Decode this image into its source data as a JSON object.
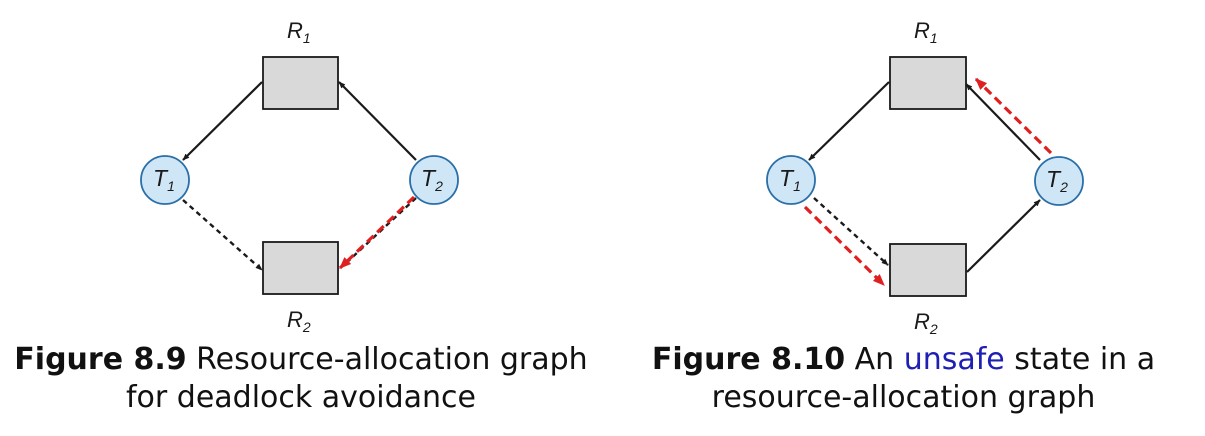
{
  "colors": {
    "box_fill": "#d9d9d9",
    "node_fill": "#cfe6f6",
    "node_stroke": "#2a6fa8",
    "edge": "#1a1a1a",
    "highlight_edge": "#e02020",
    "caption_highlight": "#1f1fb4"
  },
  "figures": [
    {
      "labels": {
        "r1": "R",
        "r1_sub": "1",
        "r2": "R",
        "r2_sub": "2",
        "t1": "T",
        "t1_sub": "1",
        "t2": "T",
        "t2_sub": "2"
      },
      "caption": {
        "number": "Figure 8.9",
        "line1_rest": " Resource-allocation graph",
        "line2": "for deadlock avoidance"
      }
    },
    {
      "labels": {
        "r1": "R",
        "r1_sub": "1",
        "r2": "R",
        "r2_sub": "2",
        "t1": "T",
        "t1_sub": "1",
        "t2": "T",
        "t2_sub": "2"
      },
      "caption": {
        "number": "Figure 8.10",
        "line1_pre": " An ",
        "line1_highlight": "unsafe",
        "line1_post": " state in a",
        "line2": "resource-allocation graph"
      }
    }
  ]
}
